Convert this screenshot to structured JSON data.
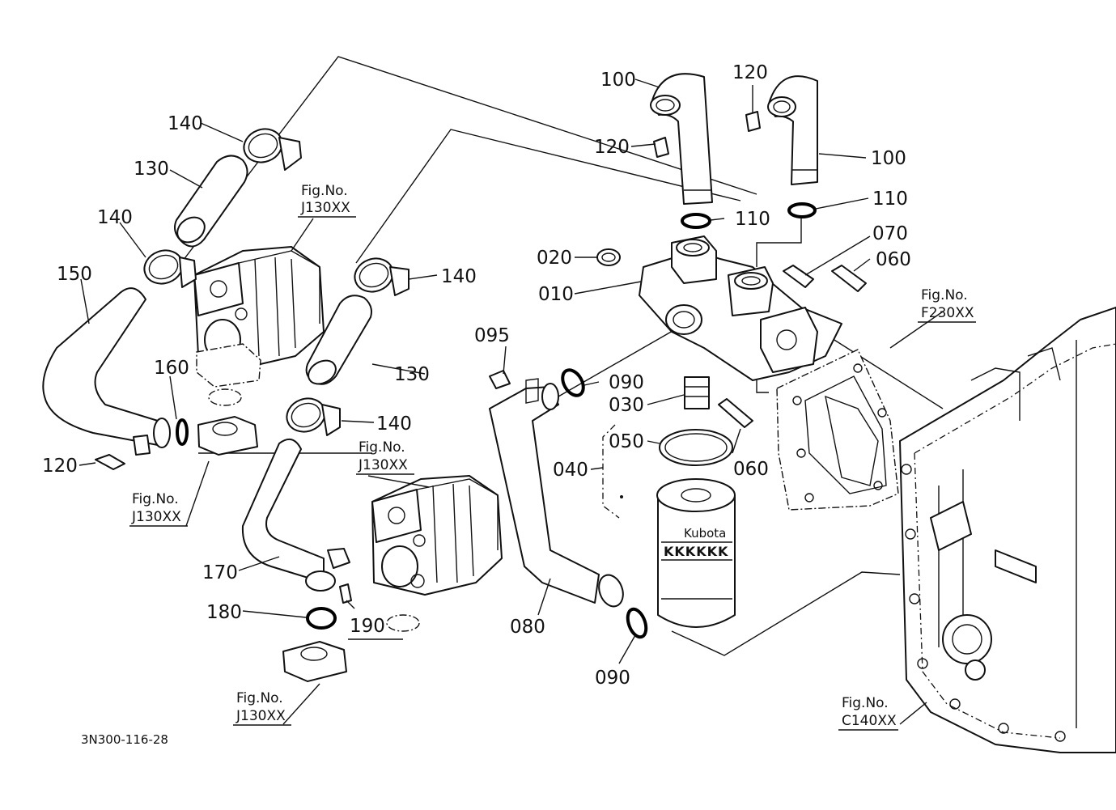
{
  "callouts": {
    "c010": "010",
    "c020": "020",
    "c030": "030",
    "c040": "040",
    "c050": "050",
    "c060a": "060",
    "c060b": "060",
    "c070": "070",
    "c080": "080",
    "c090a": "090",
    "c090b": "090",
    "c095": "095",
    "c100a": "100",
    "c100b": "100",
    "c110a": "110",
    "c110b": "110",
    "c120a": "120",
    "c120b": "120",
    "c120c": "120",
    "c130a": "130",
    "c130b": "130",
    "c140a": "140",
    "c140b": "140",
    "c140c": "140",
    "c140d": "140",
    "c150": "150",
    "c160": "160",
    "c170": "170",
    "c180": "180",
    "c190": "190"
  },
  "figure_refs": {
    "ref_j130_top": {
      "title": "Fig.No.",
      "number": "J130XX"
    },
    "ref_j130_left": {
      "title": "Fig.No.",
      "number": "J130XX"
    },
    "ref_j130_mid": {
      "title": "Fig.No.",
      "number": "J130XX"
    },
    "ref_j130_bottom": {
      "title": "Fig.No.",
      "number": "J130XX"
    },
    "ref_f230": {
      "title": "Fig.No.",
      "number": "F230XX"
    },
    "ref_c140": {
      "title": "Fig.No.",
      "number": "C140XX"
    }
  },
  "filter_brand": "Kubota",
  "filter_band": "KKKKKK",
  "drawing_code": "3N300-116-28"
}
